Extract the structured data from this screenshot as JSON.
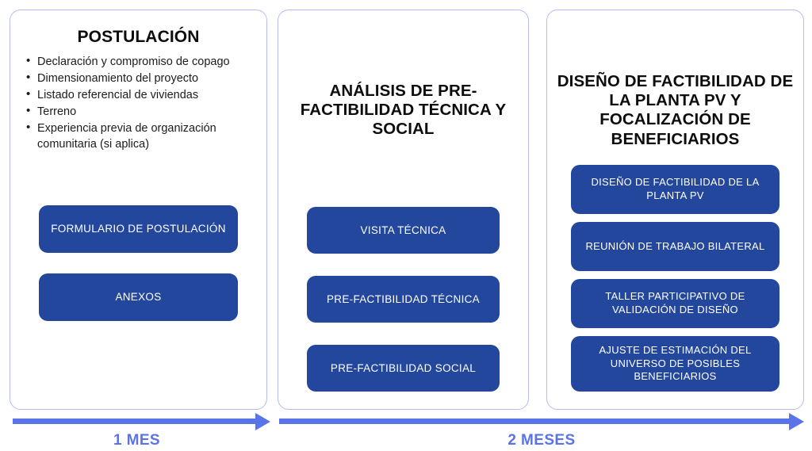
{
  "diagram": {
    "columns": [
      {
        "title": "POSTULACIÓN",
        "bullets": [
          "Declaración y compromiso de copago",
          "Dimensionamiento del proyecto",
          "Listado referencial de viviendas",
          "Terreno",
          "Experiencia previa de organización comunitaria (si aplica)"
        ],
        "buttons": [
          "FORMULARIO DE POSTULACIÓN",
          "ANEXOS"
        ]
      },
      {
        "title": "ANÁLISIS DE PRE-FACTIBILIDAD TÉCNICA Y SOCIAL",
        "bullets": [],
        "buttons": [
          "VISITA TÉCNICA",
          "PRE-FACTIBILIDAD TÉCNICA",
          "PRE-FACTIBILIDAD SOCIAL"
        ]
      },
      {
        "title": "DISEÑO DE FACTIBILIDAD DE LA PLANTA PV Y FOCALIZACIÓN DE BENEFICIARIOS",
        "bullets": [],
        "buttons": [
          "DISEÑO DE FACTIBILIDAD DE LA PLANTA PV",
          "REUNIÓN DE TRABAJO BILATERAL",
          "TALLER PARTICIPATIVO DE VALIDACIÓN DE DISEÑO",
          "AJUSTE DE ESTIMACIÓN DEL UNIVERSO DE POSIBLES BENEFICIARIOS"
        ]
      }
    ],
    "timeline": [
      {
        "label": "1 MES"
      },
      {
        "label": "2 MESES"
      }
    ],
    "colors": {
      "button_blue": "#24479E",
      "panel_border": "#b3bdf2",
      "arrow_blue": "#5B73E8",
      "title_black": "#0d0d0d",
      "background": "#ffffff"
    }
  }
}
